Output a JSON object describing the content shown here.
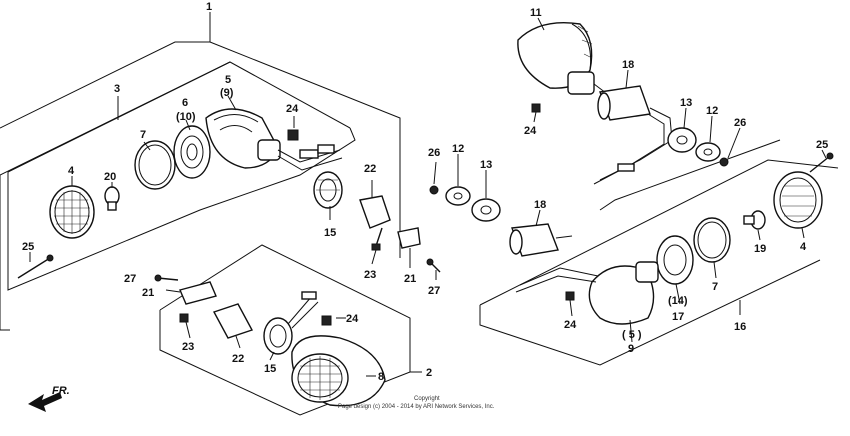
{
  "diagram": {
    "labels": [
      {
        "id": "c1",
        "text": "1"
      },
      {
        "id": "c2",
        "text": "2"
      },
      {
        "id": "c3",
        "text": "3"
      },
      {
        "id": "c4a",
        "text": "4"
      },
      {
        "id": "c4b",
        "text": "4"
      },
      {
        "id": "c5",
        "text": "5"
      },
      {
        "id": "c5p",
        "text": "(9)"
      },
      {
        "id": "c5b",
        "text": "( 5 )"
      },
      {
        "id": "c6",
        "text": "6"
      },
      {
        "id": "c6p",
        "text": "(10)"
      },
      {
        "id": "c7a",
        "text": "7"
      },
      {
        "id": "c7b",
        "text": "7"
      },
      {
        "id": "c8",
        "text": "8"
      },
      {
        "id": "c9",
        "text": "9"
      },
      {
        "id": "c11",
        "text": "11"
      },
      {
        "id": "c12a",
        "text": "12"
      },
      {
        "id": "c12b",
        "text": "12"
      },
      {
        "id": "c13a",
        "text": "13"
      },
      {
        "id": "c13b",
        "text": "13"
      },
      {
        "id": "c14p",
        "text": "(14)"
      },
      {
        "id": "c15a",
        "text": "15"
      },
      {
        "id": "c15b",
        "text": "15"
      },
      {
        "id": "c16",
        "text": "16"
      },
      {
        "id": "c17",
        "text": "17"
      },
      {
        "id": "c18a",
        "text": "18"
      },
      {
        "id": "c18b",
        "text": "18"
      },
      {
        "id": "c19",
        "text": "19"
      },
      {
        "id": "c20",
        "text": "20"
      },
      {
        "id": "c21a",
        "text": "21"
      },
      {
        "id": "c21b",
        "text": "21"
      },
      {
        "id": "c22a",
        "text": "22"
      },
      {
        "id": "c22b",
        "text": "22"
      },
      {
        "id": "c23a",
        "text": "23"
      },
      {
        "id": "c23b",
        "text": "23"
      },
      {
        "id": "c24a",
        "text": "24"
      },
      {
        "id": "c24b",
        "text": "24"
      },
      {
        "id": "c24c",
        "text": "24"
      },
      {
        "id": "c24d",
        "text": "24"
      },
      {
        "id": "c25a",
        "text": "25"
      },
      {
        "id": "c25b",
        "text": "25"
      },
      {
        "id": "c26a",
        "text": "26"
      },
      {
        "id": "c26b",
        "text": "26"
      },
      {
        "id": "c27a",
        "text": "27"
      },
      {
        "id": "c27b",
        "text": "27"
      }
    ],
    "front_arrow": "FR.",
    "copyright_line1": "Copyright",
    "copyright_line2": "Page design (c) 2004 - 2014 by ARI Network Services, Inc."
  }
}
